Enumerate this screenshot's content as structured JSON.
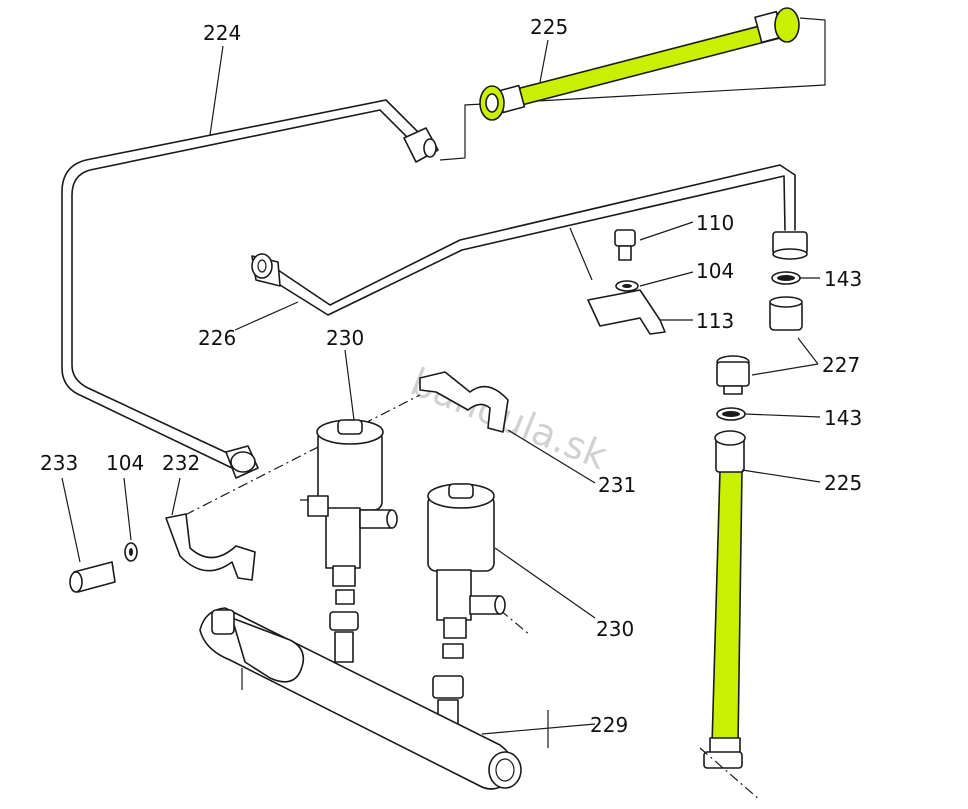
{
  "watermark": "bandula.sk",
  "labels": {
    "p224": "224",
    "p225_top": "225",
    "p226": "226",
    "p230_top": "230",
    "p110": "110",
    "p104_clip": "104",
    "p113": "113",
    "p143_top": "143",
    "p227": "227",
    "p143_mid": "143",
    "p225_right": "225",
    "p231": "231",
    "p233": "233",
    "p104_left": "104",
    "p232": "232",
    "p230_right": "230",
    "p229": "229"
  },
  "colors": {
    "highlight": "#c8f000",
    "line": "#1a1a1a",
    "background": "#ffffff"
  }
}
